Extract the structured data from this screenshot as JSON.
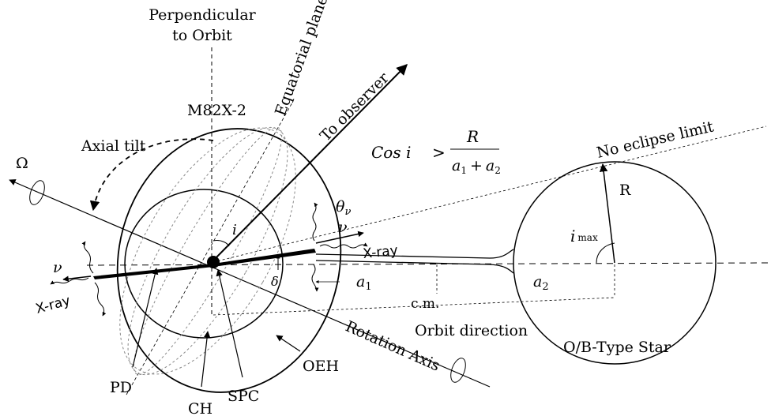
{
  "diagram": {
    "labels": {
      "perpendicular_line1": "Perpendicular",
      "perpendicular_line2": "to Orbit",
      "equatorial_plane": "Equatorial plane",
      "source_name": "M82X-2",
      "to_observer": "To observer",
      "axial_tilt": "Axial tilt",
      "omega": "Ω",
      "no_eclipse_limit": "No eclipse limit",
      "radius": "R",
      "i_max_base": "i",
      "i_max_sub": "max",
      "theta_base": "θ",
      "theta_sub": "ν",
      "nu_right": "ν",
      "nu_left": "ν",
      "xray_right": "X-ray",
      "xray_left": "X-ray",
      "i_angle": "i",
      "delta": "δ",
      "a1_base": "a",
      "a1_sub": "1",
      "a2_base": "a",
      "a2_sub": "2",
      "cm": "c.m.",
      "orbit_direction": "Orbit direction",
      "rotation_axis": "Rotation Axis",
      "star_label": "O/B-Type Star",
      "pd": "PD",
      "ch": "CH",
      "spc": "SPC",
      "oeh": "OEH"
    },
    "formula": {
      "lhs": "Cos i",
      "op": ">",
      "numerator": "R",
      "denom_a": "a",
      "denom_sub1": "1",
      "denom_plus": "+",
      "denom_b": "a",
      "denom_sub2": "2"
    }
  }
}
